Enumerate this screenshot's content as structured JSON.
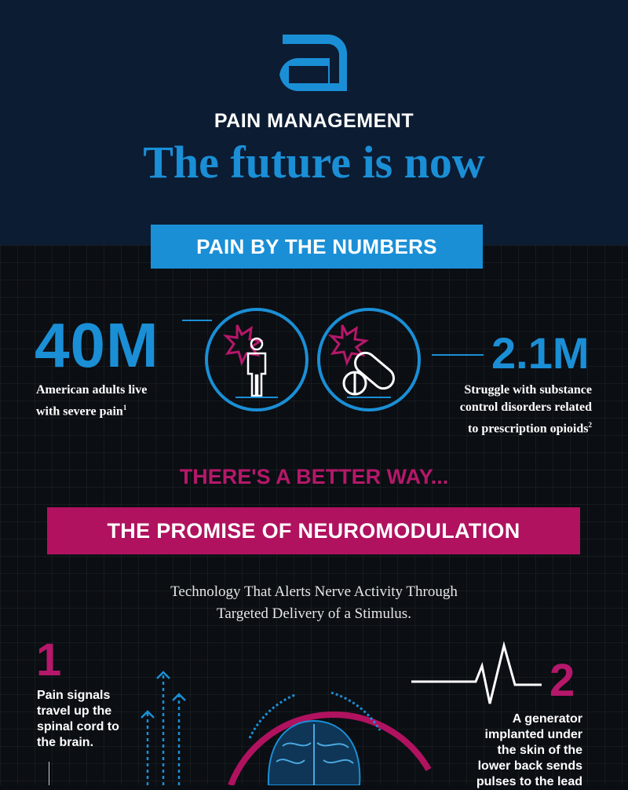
{
  "header": {
    "kicker": "PAIN MANAGEMENT",
    "headline": "The future is now"
  },
  "numbers": {
    "band_label": "PAIN BY THE NUMBERS",
    "left": {
      "value": "40M",
      "line1": "American adults live",
      "line2": "with severe pain",
      "ref": "1"
    },
    "right": {
      "value": "2.1M",
      "line1": "Struggle with substance",
      "line2": "control disorders related",
      "line3": "to prescription opioids",
      "ref": "2"
    }
  },
  "better_way": "THERE'S A BETTER WAY...",
  "promise": {
    "band_label": "THE PROMISE OF NEUROMODULATION",
    "subtitle_line1": "Technology That Alerts Nerve Activity Through",
    "subtitle_line2": "Targeted Delivery of a Stimulus."
  },
  "steps": [
    {
      "number": "1",
      "text": "Pain signals travel up the spinal cord to the brain."
    },
    {
      "number": "2",
      "text": "A generator implanted under the skin of the lower back sends pulses to the lead"
    }
  ],
  "colors": {
    "header_bg": "#0c1c33",
    "accent_blue": "#1a8fd6",
    "accent_magenta": "#b0125f",
    "grid_bg": "#0b0e13"
  },
  "icons": [
    "abbott-logo-icon",
    "person-pain-icon",
    "pills-icon",
    "up-arrows-icon",
    "heartbeat-icon",
    "brain-icon"
  ]
}
